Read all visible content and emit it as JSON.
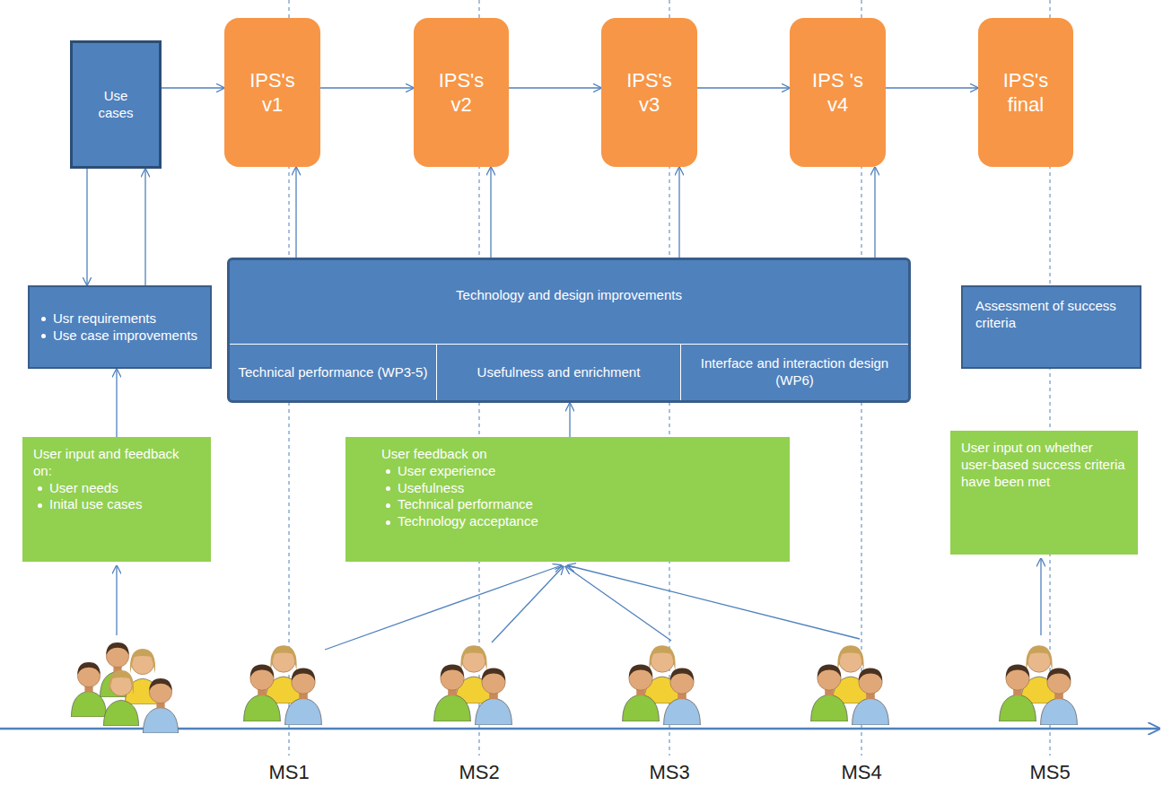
{
  "diagram": {
    "nodes": [
      {
        "text": [
          "Use cases"
        ]
      },
      {
        "text": [
          "IPS's v1"
        ]
      },
      {
        "text": [
          "IPS's v2"
        ]
      },
      {
        "text": [
          "IPS's v3"
        ]
      },
      {
        "text": [
          "IPS 's v4"
        ]
      },
      {
        "text": [
          "IPS's final"
        ]
      },
      {
        "text": [
          "Usr requirements",
          "Use case improvements"
        ]
      },
      {
        "text": [
          "Technology and design improvements"
        ]
      },
      {
        "text": [
          "Technical performance (WP3-5)"
        ],
        "in": 7
      },
      {
        "text": [
          "Usefulness and enrichment"
        ],
        "in": 7
      },
      {
        "text": [
          "Interface and interaction design (WP6)"
        ],
        "in": 7
      },
      {
        "text": [
          "Assessment of success criteria"
        ]
      },
      {
        "text": [
          "User input and feedback on:",
          "User needs",
          "Inital use cases"
        ]
      },
      {
        "text": [
          "User feedback on",
          "User experience",
          "Usefulness",
          "Technical performance",
          "Technology acceptance"
        ]
      },
      {
        "text": [
          "User input on whether user-based success criteria have been met"
        ]
      }
    ],
    "edges": [
      {
        "from": 0,
        "to": 1,
        "arrow": "to"
      },
      {
        "from": 1,
        "to": 2,
        "arrow": "to"
      },
      {
        "from": 2,
        "to": 3,
        "arrow": "to"
      },
      {
        "from": 3,
        "to": 4,
        "arrow": "to"
      },
      {
        "from": 4,
        "to": 5,
        "arrow": "to"
      },
      {
        "from": 0,
        "to": 6,
        "arrow": "to"
      },
      {
        "from": 6,
        "to": 0,
        "arrow": "to"
      },
      {
        "from": 12,
        "to": 6,
        "arrow": "to"
      },
      {
        "from": 7,
        "to": 1,
        "arrow": "to"
      },
      {
        "from": 7,
        "to": 2,
        "arrow": "to"
      },
      {
        "from": 7,
        "to": 3,
        "arrow": "to"
      },
      {
        "from": 7,
        "to": 4,
        "arrow": "to"
      },
      {
        "from": 13,
        "to": 7,
        "arrow": "to"
      }
    ],
    "labels": [
      "MS1",
      "MS2",
      "MS3",
      "MS4",
      "MS5"
    ]
  }
}
